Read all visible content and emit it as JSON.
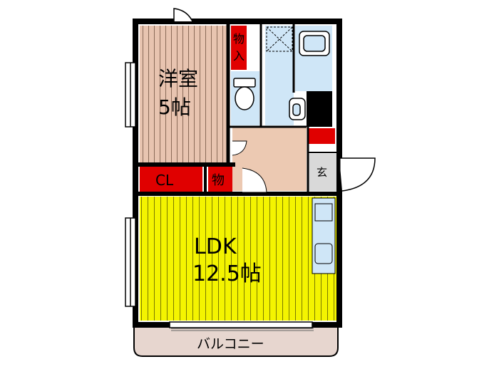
{
  "rooms": {
    "western_room": {
      "name": "洋室",
      "size": "5帖"
    },
    "ldk": {
      "name": "LDK",
      "size": "12.5帖"
    },
    "closet": {
      "label": "CL"
    },
    "storage_small": {
      "label": "物"
    },
    "storage_top": {
      "label": "物入"
    },
    "entrance": {
      "label": "玄"
    },
    "balcony": {
      "label": "バルコニー"
    }
  },
  "colors": {
    "ldk_floor": "#f4f400",
    "western_floor": "#e8c4b0",
    "storage": "#e00000",
    "wet_area": "#cfe6f7",
    "hall_floor": "#ecc9b2",
    "entrance_floor": "#d9d9d9",
    "balcony": "#e7d6cf",
    "wall": "#000000"
  },
  "icons": [
    "door-swing-icon",
    "toilet-icon",
    "bathtub-icon",
    "washbasin-icon",
    "kitchen-sink-icon",
    "window-icon"
  ]
}
